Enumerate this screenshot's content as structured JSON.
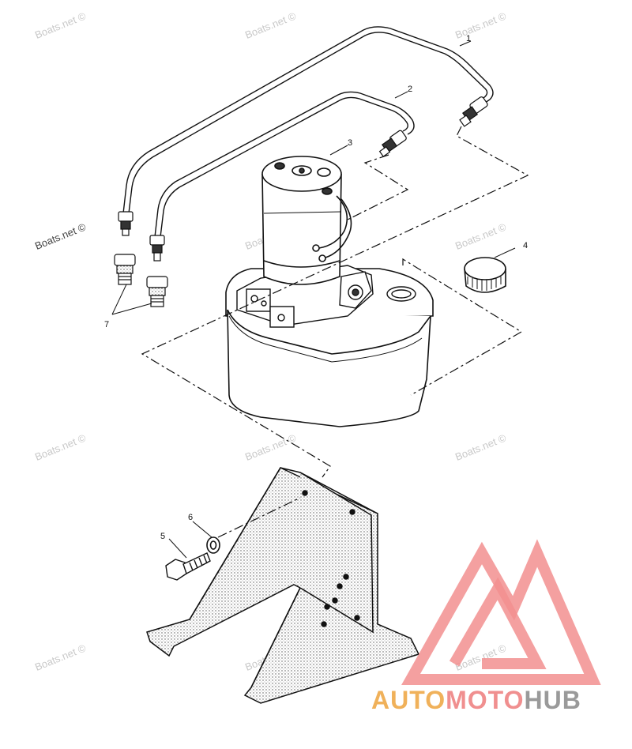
{
  "watermark": "Boats.net ©",
  "callouts": [
    "1",
    "2",
    "3",
    "4",
    "5",
    "6",
    "7"
  ],
  "brand": {
    "part1": "AUTO",
    "part2": "MOTO",
    "part3": "HUB",
    "color_part1": "#f0b15a",
    "color_part2": "#f08f8f",
    "color_part3": "#9a9a9a",
    "logo_color": "#f28f8f"
  }
}
